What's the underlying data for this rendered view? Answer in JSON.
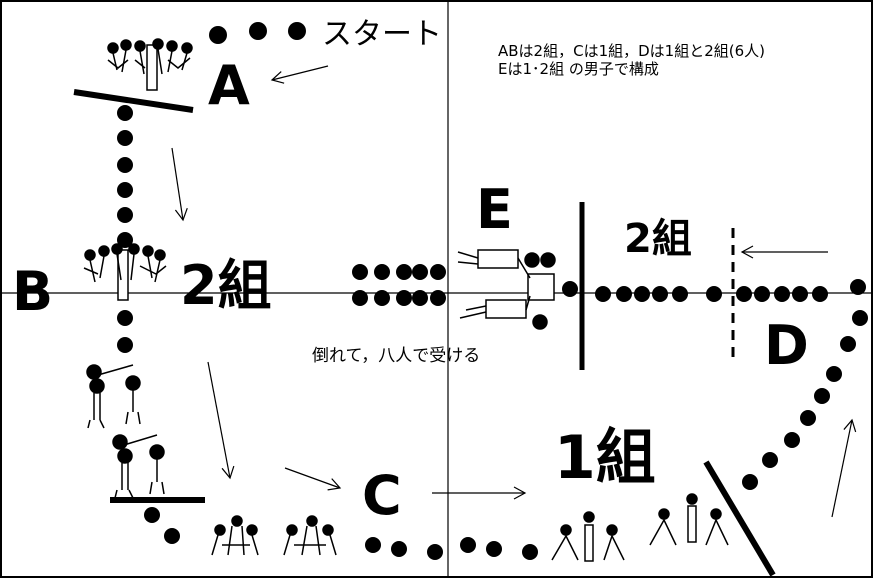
{
  "labels": {
    "start": "スタート",
    "note_line1": "ABは2組，Cは1組，Dは1組と2組(6人)",
    "note_line2": "Eは1･2組 の男子で構成",
    "A": "A",
    "B": "B",
    "C": "C",
    "D": "D",
    "E": "E",
    "group2_left": "2組",
    "group2_right": "2組",
    "group1": "1組",
    "catch_note": "倒れて，八人で受ける"
  }
}
